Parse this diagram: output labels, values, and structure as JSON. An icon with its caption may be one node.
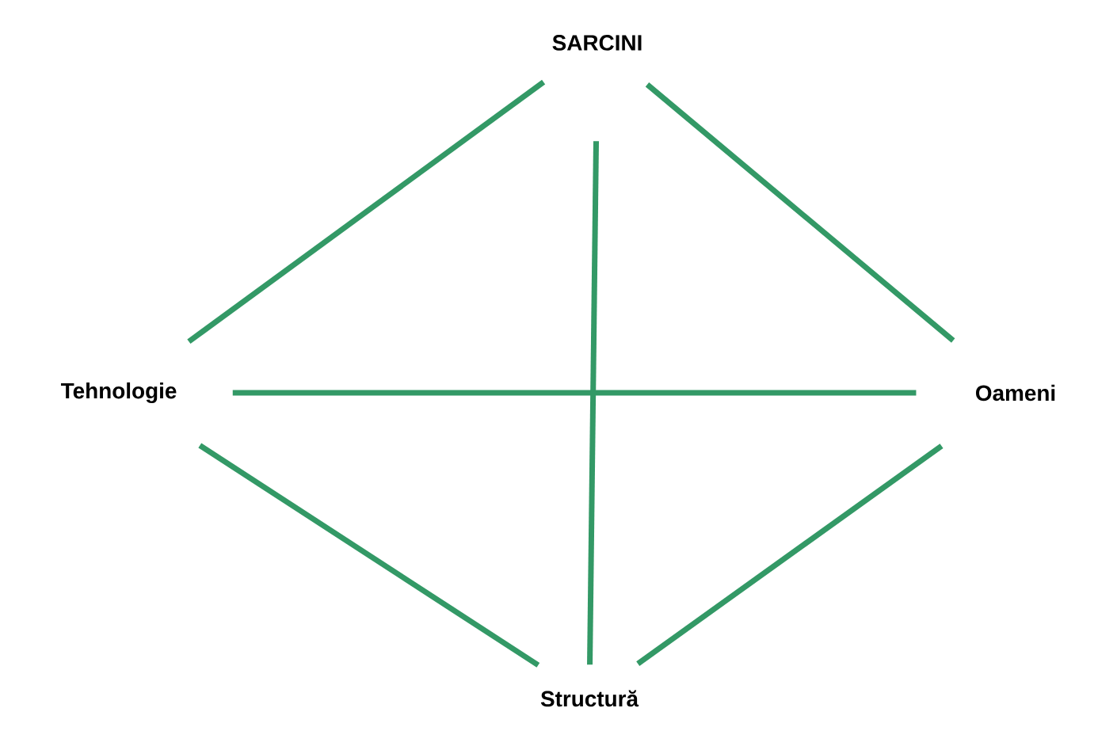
{
  "diagram": {
    "nodes": [
      {
        "text": [
          "SARCINI"
        ]
      },
      {
        "text": [
          "Tehnologie"
        ]
      },
      {
        "text": [
          "Oameni"
        ]
      },
      {
        "text": [
          "Structură"
        ]
      }
    ],
    "edges": [
      {
        "from": 0,
        "to": 1,
        "arrow": "none"
      },
      {
        "from": 0,
        "to": 2,
        "arrow": "none"
      },
      {
        "from": 1,
        "to": 3,
        "arrow": "none"
      },
      {
        "from": 2,
        "to": 3,
        "arrow": "none"
      },
      {
        "from": 1,
        "to": 2,
        "arrow": "none"
      },
      {
        "from": 0,
        "to": 3,
        "arrow": "none"
      }
    ]
  }
}
